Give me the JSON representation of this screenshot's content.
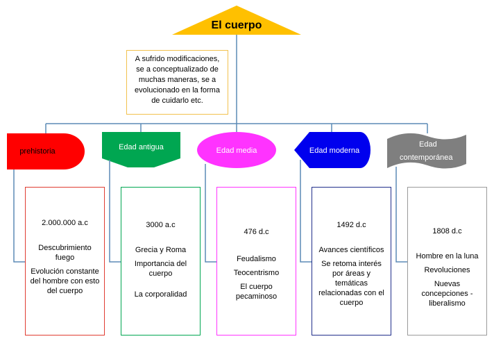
{
  "title": "El cuerpo",
  "summary": "A sufrido modificaciones, se a conceptualizado de muchas maneras, se a evolucionado en la forma de cuidarlo etc.",
  "colors": {
    "title_bg": "#ffc000",
    "connector": "#5b8ab5",
    "summary_border": "#f2c14e",
    "prehistoria": "#ff0000",
    "edad_antigua": "#00a651",
    "edad_media": "#ff33ff",
    "edad_moderna": "#0000ee",
    "edad_contemporanea": "#7f7f7f"
  },
  "eras": [
    {
      "id": "prehistoria",
      "label": "prehistoria",
      "date": "2.000.000 a.c",
      "items": [
        "Descubrimiento fuego",
        "Evolución constante del hombre con esto del cuerpo"
      ]
    },
    {
      "id": "edad-antigua",
      "label": "Edad antigua",
      "date": "3000 a.c",
      "items": [
        "Grecia y Roma",
        "Importancia del cuerpo",
        "La corporalidad"
      ]
    },
    {
      "id": "edad-media",
      "label": "Edad media",
      "date": "476 d.c",
      "items": [
        "Feudalismo",
        "Teocentrismo",
        "El cuerpo pecaminoso"
      ]
    },
    {
      "id": "edad-moderna",
      "label": "Edad moderna",
      "date": "1492 d.c",
      "items": [
        "Avances científicos",
        "Se retoma interés por áreas y temáticas relacionadas con el cuerpo"
      ]
    },
    {
      "id": "edad-contemporanea",
      "label_line1": "Edad",
      "label_line2": "contemporánea",
      "date": "1808 d.c",
      "items": [
        "Hombre en la luna",
        "Revoluciones",
        "Nuevas concepciones - liberalismo"
      ]
    }
  ]
}
